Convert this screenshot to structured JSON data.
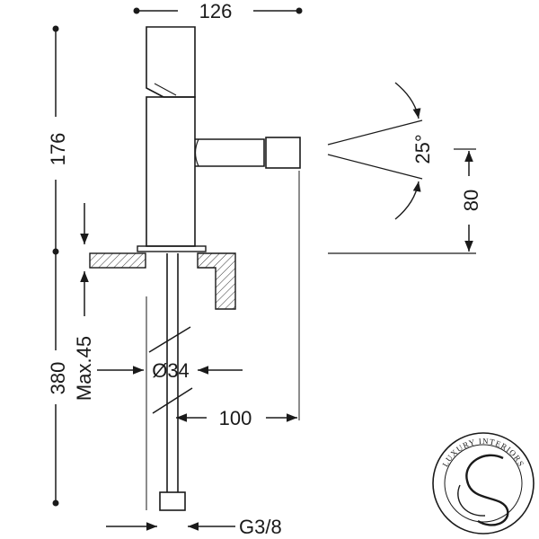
{
  "dimensions": {
    "width_top": "126",
    "height_upper": "176",
    "height_total": "380",
    "max_deck": "Max.45",
    "diameter": "Ø34",
    "reach": "100",
    "spray_angle": "25°",
    "spout_height": "80",
    "connection": "G3/8"
  },
  "logo": {
    "text": "LUXURY INTERIORS",
    "monogram": "S"
  },
  "colors": {
    "line": "#1a1a1a",
    "hatch": "#333333"
  }
}
